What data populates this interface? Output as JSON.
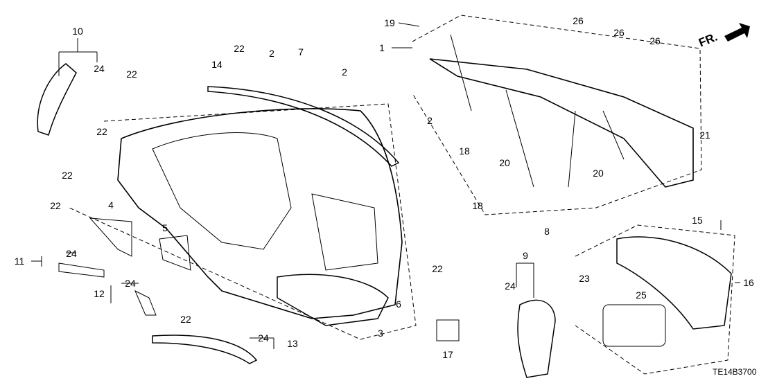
{
  "diagram_code": "TE14B3700",
  "direction_marker": {
    "label": "FR.",
    "icon": "arrow-right-icon"
  },
  "callouts": [
    "10",
    "24",
    "22",
    "22",
    "22",
    "22",
    "22",
    "2",
    "7",
    "2",
    "14",
    "4",
    "5",
    "24",
    "11",
    "24",
    "12",
    "22",
    "24",
    "13",
    "6",
    "3",
    "22",
    "17",
    "9",
    "24",
    "19",
    "1",
    "26",
    "26",
    "26",
    "2",
    "18",
    "20",
    "18",
    "8",
    "20",
    "21",
    "15",
    "16",
    "23",
    "25"
  ]
}
